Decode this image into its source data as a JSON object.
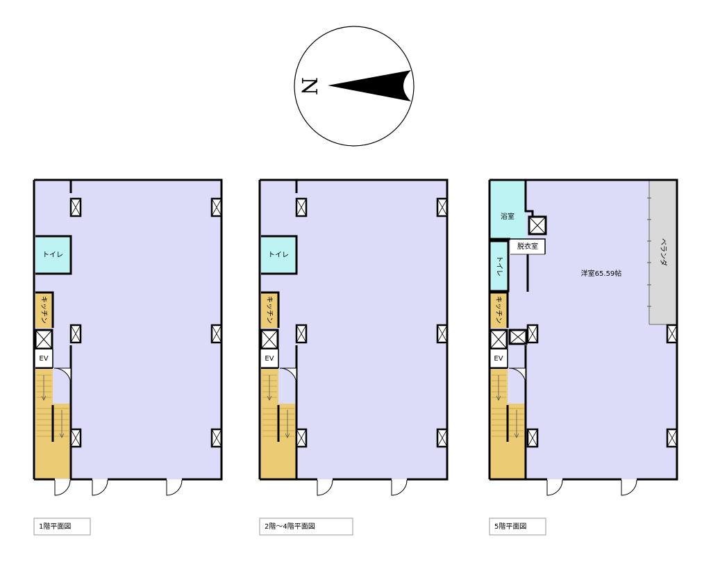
{
  "compass": {
    "north_label": "N"
  },
  "floors": [
    {
      "caption": "1階平面図",
      "rooms": {
        "toilet": "トイレ",
        "kitchen": "キッチン",
        "elevator": "EV"
      }
    },
    {
      "caption": "2階～4階平面図",
      "rooms": {
        "toilet": "トイレ",
        "kitchen": "キッチン",
        "elevator": "EV"
      }
    },
    {
      "caption": "5階平面図",
      "rooms": {
        "bath": "浴室",
        "dressing": "脱衣室",
        "toilet": "トイレ",
        "kitchen": "キッチン",
        "elevator": "EV",
        "western_room": "洋室65.59帖",
        "veranda": "ベランダ"
      }
    }
  ],
  "colors": {
    "floor": "#dcdcf9",
    "wet_area": "#bdf3f3",
    "kitchen": "#ebcb74",
    "stair": "#ebcb74",
    "veranda": "#d9d9d9",
    "wall": "#000000"
  }
}
